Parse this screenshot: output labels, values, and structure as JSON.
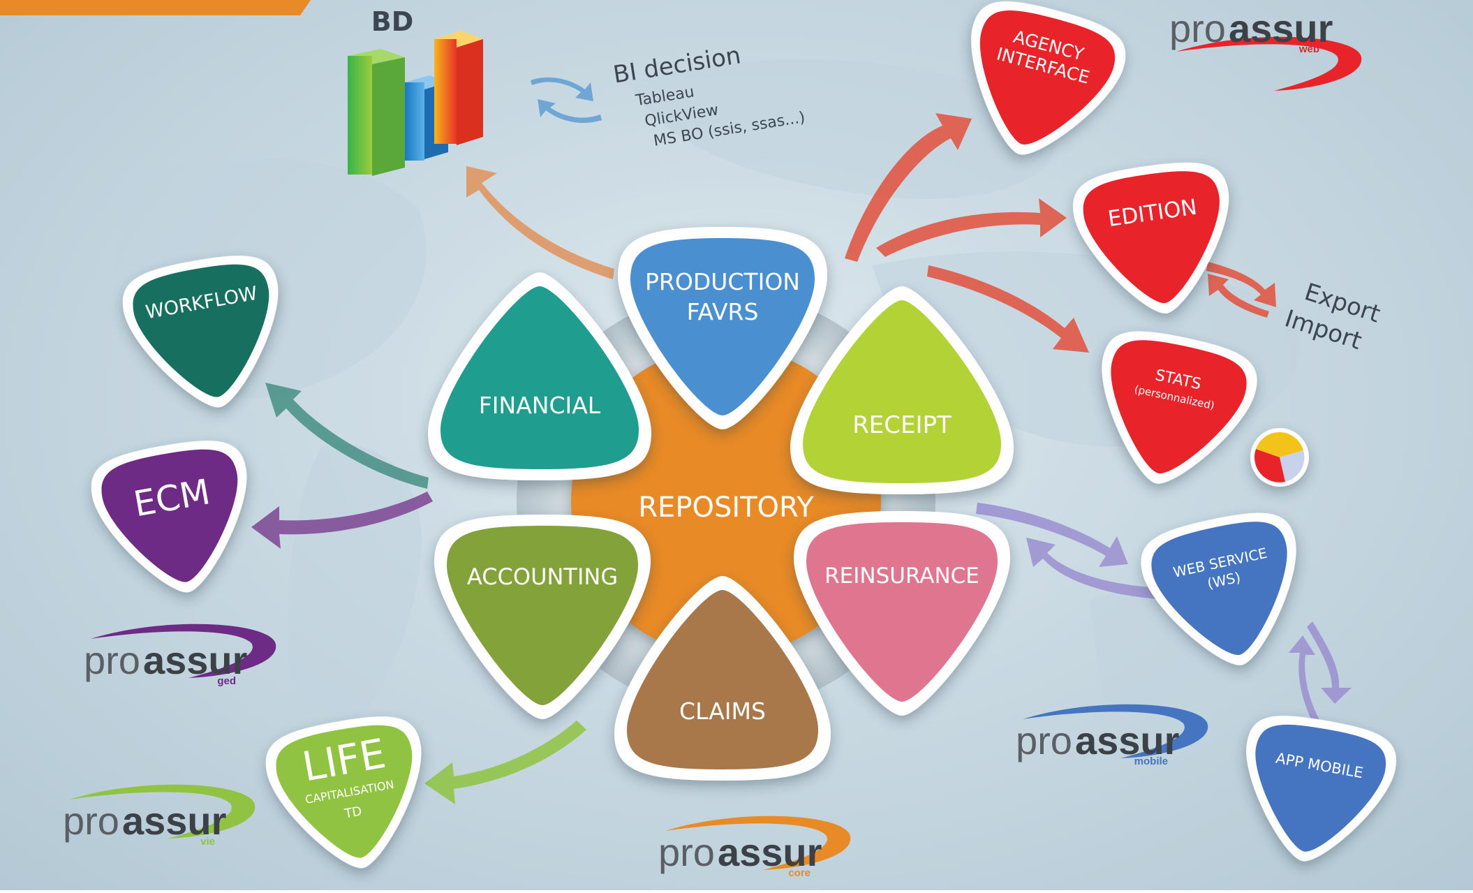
{
  "colors": {
    "background": "#c9d9e2",
    "hub": "#e88a25",
    "production": "#4a90d0",
    "financial": "#1f9e8f",
    "receipt": "#b3d235",
    "accounting": "#84a23a",
    "reinsurance": "#e07590",
    "claims": "#a8784a",
    "workflow": "#17705f",
    "ecm": "#6e2b86",
    "life": "#8fc341",
    "red": "#e8232a",
    "service_blue": "#4575c0"
  },
  "hub": {
    "label": "REPOSITORY"
  },
  "modules": {
    "production": {
      "line1": "PRODUCTION",
      "line2": "FAVRS"
    },
    "financial": {
      "label": "FINANCIAL"
    },
    "receipt": {
      "label": "RECEIPT"
    },
    "accounting": {
      "label": "ACCOUNTING"
    },
    "reinsurance": {
      "label": "REINSURANCE"
    },
    "claims": {
      "label": "CLAIMS"
    }
  },
  "satellites": {
    "workflow": {
      "label": "WORKFLOW"
    },
    "ecm": {
      "label": "ECM"
    },
    "life": {
      "title": "LIFE",
      "line1": "CAPITALISATION",
      "line2": "TD"
    },
    "agency": {
      "line1": "AGENCY",
      "line2": "INTERFACE"
    },
    "edition": {
      "label": "EDITION"
    },
    "stats": {
      "title": "STATS",
      "sub": "(personnalized)"
    },
    "web_service": {
      "line1": "WEB SERVICE",
      "line2": "(WS)"
    },
    "app_mobile": {
      "label": "APP MOBILE"
    }
  },
  "bi": {
    "bd_label": "BD",
    "title": "BI decision",
    "tools": [
      "Tableau",
      "QlickView",
      "MS BO (ssis, ssas...)"
    ]
  },
  "export_import": {
    "export_label": "Export",
    "import_label": "Import"
  },
  "logos": [
    {
      "id": "web",
      "pro": "pro",
      "assur": "assur",
      "sub": "web",
      "color": "#e8232a"
    },
    {
      "id": "ged",
      "pro": "pro",
      "assur": "assur",
      "sub": "ged",
      "color": "#6e2b86"
    },
    {
      "id": "vie",
      "pro": "pro",
      "assur": "assur",
      "sub": "vie",
      "color": "#8fc341"
    },
    {
      "id": "core",
      "pro": "pro",
      "assur": "assur",
      "sub": "core",
      "color": "#e88a25"
    },
    {
      "id": "mobile",
      "pro": "pro",
      "assur": "assur",
      "sub": "mobile",
      "color": "#4575c0"
    }
  ],
  "icons": [
    "bar-chart-3d-icon",
    "pie-chart-icon"
  ]
}
